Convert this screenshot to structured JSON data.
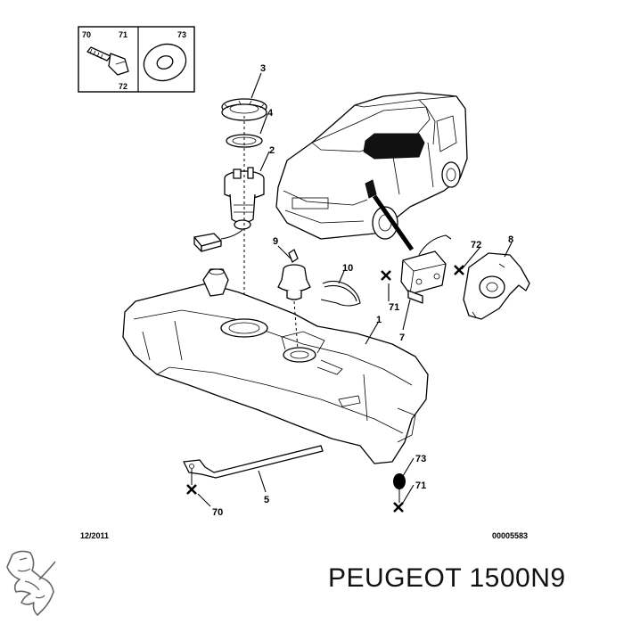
{
  "inset": {
    "labels": [
      "70",
      "71",
      "72",
      "73"
    ]
  },
  "callouts": {
    "c1": "1",
    "c2": "2",
    "c3": "3",
    "c4": "4",
    "c5": "5",
    "c7": "7",
    "c8": "8",
    "c9": "9",
    "c10": "10",
    "c70": "70",
    "c71a": "71",
    "c71b": "71",
    "c72": "72",
    "c73": "73"
  },
  "footer": {
    "date": "12/2011",
    "ref": "00005583"
  },
  "brand": {
    "title": "PEUGEOT 1500N9",
    "logo_icon": "peugeot-lion-icon"
  }
}
